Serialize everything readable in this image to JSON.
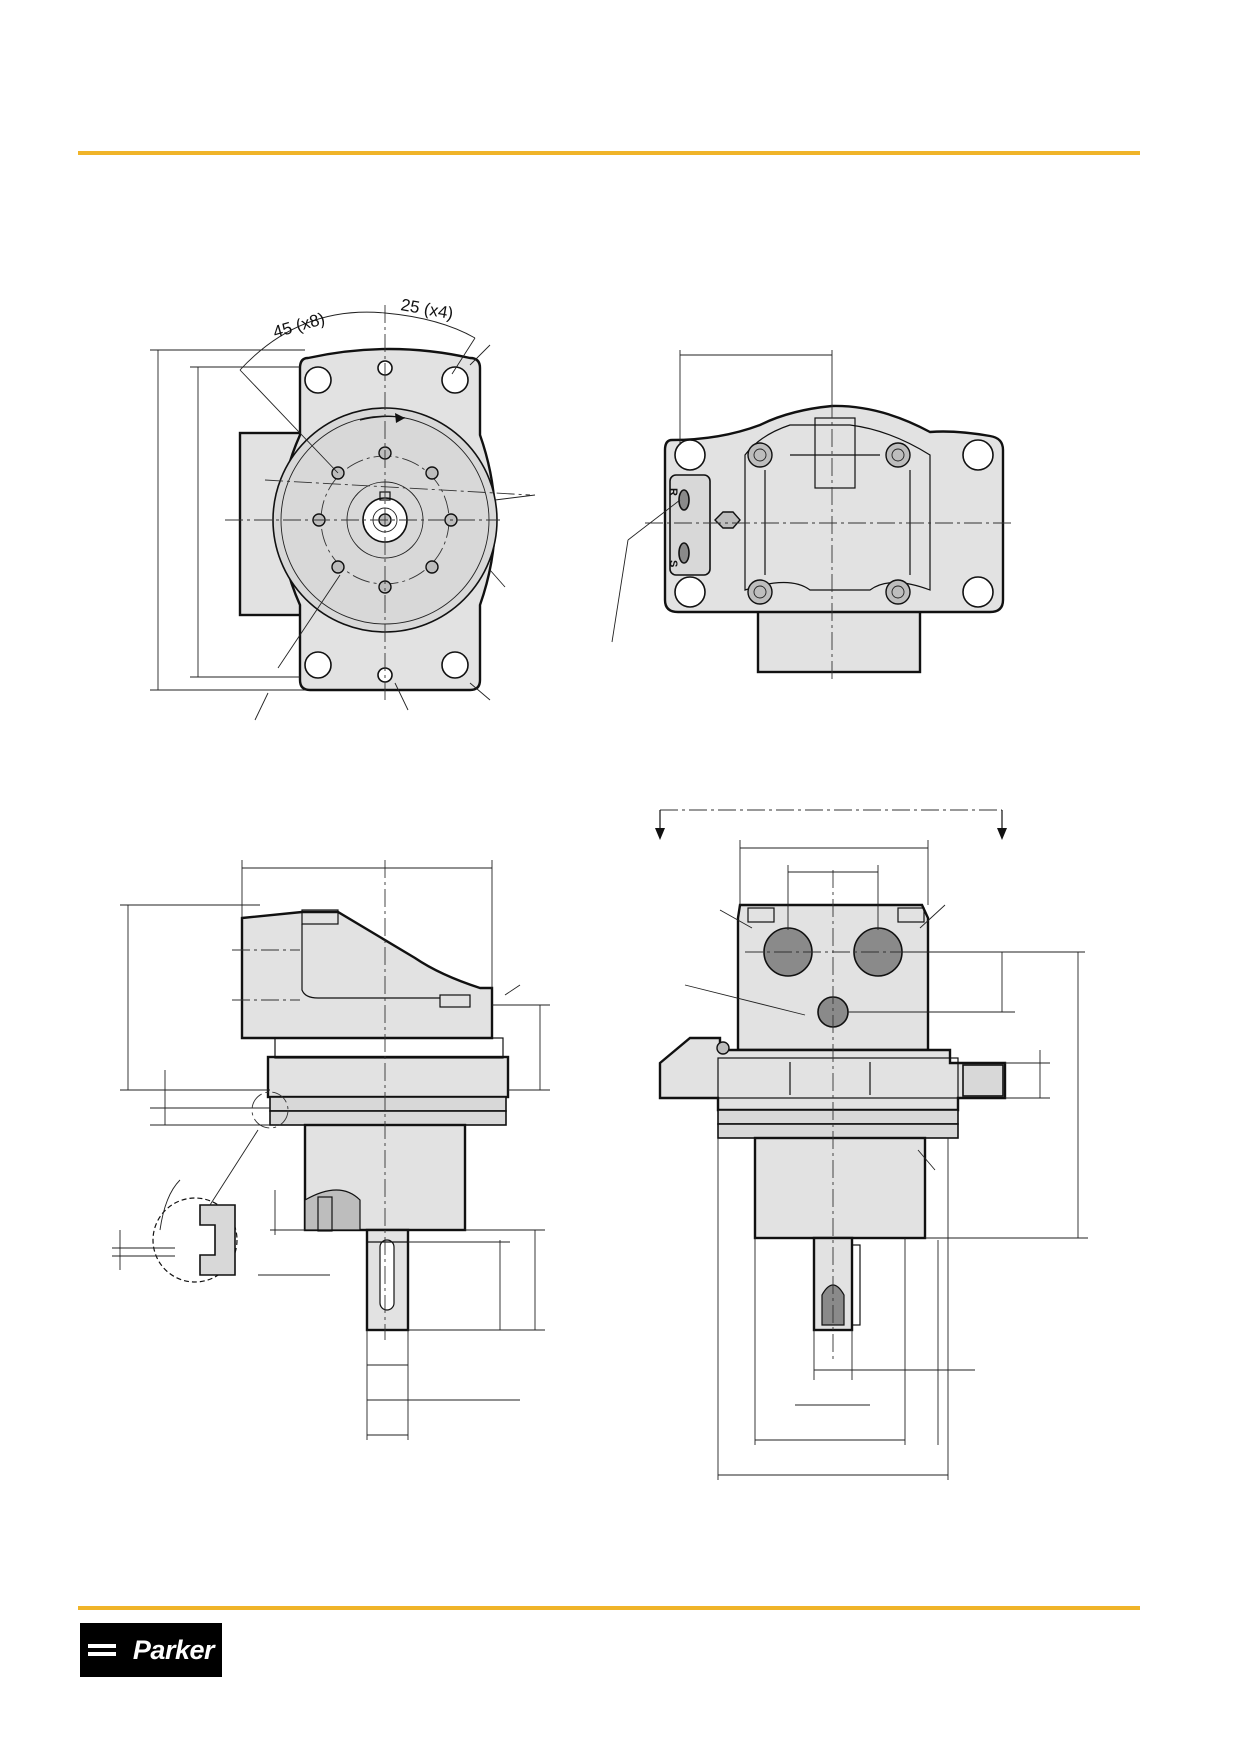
{
  "colors": {
    "rule": "#f0b429",
    "part_fill": "#e2e2e2",
    "port_fill": "#8a8a8a",
    "logo_bg": "#000000"
  },
  "front_view": {
    "angle_label_1": "45  (x8)",
    "angle_label_2": "25  (x4)"
  },
  "port_view": {
    "port_r": "R",
    "port_s": "S"
  },
  "logo": {
    "text": "Parker",
    "icon": "parker-logo"
  }
}
